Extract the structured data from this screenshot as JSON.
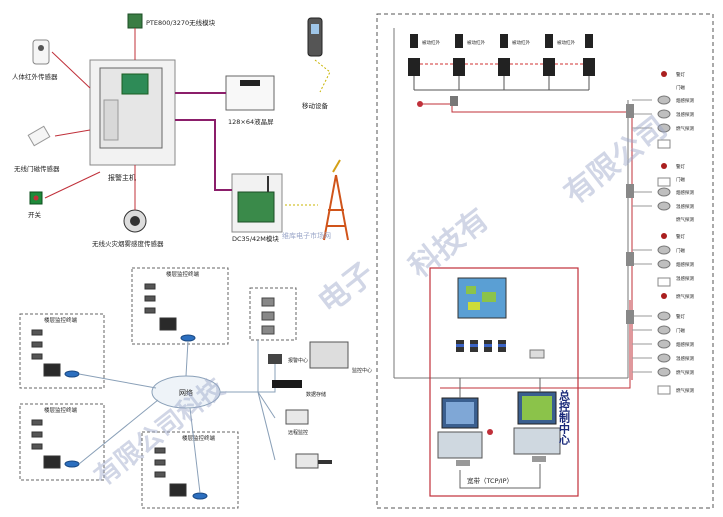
{
  "left_top": {
    "gsm_module_label": "PTE800/3270无线模块",
    "ir_sensor_label": "人体红外传感器",
    "door_sensor_label": "无线门磁传感器",
    "switch_label": "开关",
    "smoke_sensor_label": "无线火灾烟雾感度传感器",
    "host_label": "报警主机",
    "lcd_label": "128×64液晶屏",
    "phone_label": "移动设备",
    "gprs_label": "DC35/42M模块"
  },
  "left_bottom": {
    "cloud_label": "网络",
    "sub_box_labels": [
      "楼层监控终端",
      "楼层监控终端",
      "楼层监控终端",
      "楼层监控终端"
    ],
    "server_labels": [
      "报警中心",
      "监控中心",
      "数据存储",
      "远程监控"
    ]
  },
  "right": {
    "control_center_title": "总控制中心",
    "network_label": "宽带（TCP/IP）",
    "top_detector_labels": [
      "被动红外",
      "被动红外",
      "被动红外",
      "被动红外"
    ],
    "right_item_labels": [
      "警灯",
      "门磁",
      "烟感探测",
      "温感探测",
      "燃气探测",
      "警灯",
      "门磁",
      "烟感探测",
      "温感探测",
      "燃气探测",
      "警灯",
      "门磁",
      "烟感探测",
      "温感探测",
      "燃气探测",
      "警灯",
      "门磁",
      "烟感探测",
      "温感探测",
      "燃气探测",
      "燃气探测"
    ]
  },
  "watermark": {
    "company": "有限公司",
    "company2": "科技有",
    "company3": "电子",
    "site": "维库电子市场网",
    "left": "有限公司科技"
  },
  "colors": {
    "link_purple": "#8b1e6a",
    "wire_red": "#c0303a",
    "dash_red": "#d03030",
    "gray": "#777777"
  }
}
